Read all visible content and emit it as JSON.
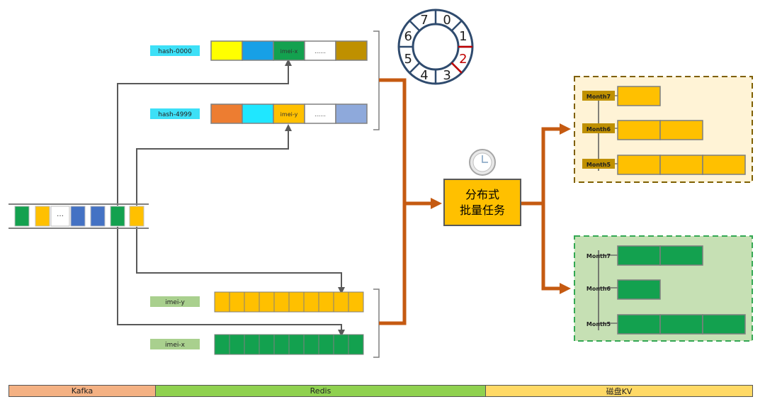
{
  "colors": {
    "yellow": "#FFFF00",
    "blue": "#17A0E6",
    "green": "#13A14F",
    "gold": "#BF9000",
    "orange": "#ED7D31",
    "cyan": "#1FE7FF",
    "amber": "#FFC000",
    "lightblue": "#8EA9DB",
    "royal": "#4472C4",
    "flow": "#C55A11",
    "cyanLabel": "#3DE0F7",
    "greenLabel": "#A9D08E"
  },
  "hashes": [
    {
      "label": "hash-0000",
      "cells": [
        {
          "color": "#FFFF00",
          "text": ""
        },
        {
          "color": "#17A0E6",
          "text": ""
        },
        {
          "color": "#13A14F",
          "text": "imei-x"
        },
        {
          "color": "#FFFFFF",
          "text": "……"
        },
        {
          "color": "#BF9000",
          "text": ""
        }
      ]
    },
    {
      "label": "hash-4999",
      "cells": [
        {
          "color": "#ED7D31",
          "text": ""
        },
        {
          "color": "#1FE7FF",
          "text": ""
        },
        {
          "color": "#FFC000",
          "text": "imei-y"
        },
        {
          "color": "#FFFFFF",
          "text": "……"
        },
        {
          "color": "#8EA9DB",
          "text": ""
        }
      ]
    }
  ],
  "kafka_queue": [
    {
      "color": "#13A14F",
      "text": ""
    },
    {
      "color": "#FFC000",
      "text": ""
    },
    {
      "color": "#FFFFFF",
      "text": "…"
    },
    {
      "color": "#4472C4",
      "text": ""
    },
    {
      "color": "#4472C4",
      "text": ""
    },
    {
      "color": "#13A14F",
      "text": ""
    },
    {
      "color": "#FFC000",
      "text": ""
    }
  ],
  "imei_lists": [
    {
      "label": "imei-y",
      "color": "#FFC000",
      "count": 10
    },
    {
      "label": "imei-x",
      "color": "#13A14F",
      "count": 10
    }
  ],
  "ring_numbers": [
    "0",
    "1",
    "2",
    "3",
    "4",
    "5",
    "6",
    "7"
  ],
  "ring_highlight": "2",
  "task": {
    "line1": "分布式",
    "line2": "批量任务"
  },
  "kv_groups": [
    {
      "bg": "#FFF3D6",
      "border": "#7F6000",
      "cell": "#FFC000",
      "rows": [
        {
          "label": "Month7",
          "count": 1
        },
        {
          "label": "Month6",
          "count": 2
        },
        {
          "label": "Month5",
          "count": 3
        }
      ]
    },
    {
      "bg": "#C6E0B4",
      "border": "#34A853",
      "cell": "#13A14F",
      "rows": [
        {
          "label": "Month7",
          "count": 2
        },
        {
          "label": "Month6",
          "count": 1
        },
        {
          "label": "Month5",
          "count": 3
        }
      ]
    }
  ],
  "phases": [
    {
      "label": "Kafka",
      "color": "#F4B183"
    },
    {
      "label": "Redis",
      "color": "#8FD14F"
    },
    {
      "label": "磁盘KV",
      "color": "#FFD966"
    }
  ]
}
